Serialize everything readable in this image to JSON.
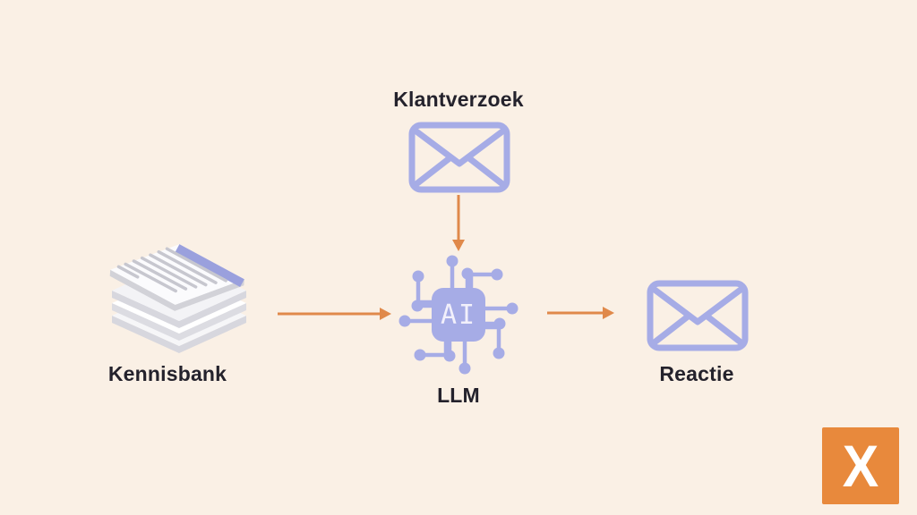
{
  "diagram": {
    "description": "AI customer-service flow diagram",
    "nodes": {
      "klantverzoek": {
        "label": "Klantverzoek",
        "icon": "envelope-icon"
      },
      "kennisbank": {
        "label": "Kennisbank",
        "icon": "document-stack-icon"
      },
      "llm": {
        "label": "LLM",
        "chip_text": "AI",
        "icon": "ai-chip-icon"
      },
      "reactie": {
        "label": "Reactie",
        "icon": "envelope-icon"
      }
    },
    "edges": [
      {
        "from": "klantverzoek",
        "to": "llm",
        "direction": "down"
      },
      {
        "from": "kennisbank",
        "to": "llm",
        "direction": "right"
      },
      {
        "from": "llm",
        "to": "reactie",
        "direction": "right"
      }
    ],
    "colors": {
      "background": "#faf0e5",
      "icon_purple": "#a6ace6",
      "band_purple": "#9aa0dd",
      "arrow_orange": "#e0894a",
      "text": "#24222c",
      "logo_orange": "#e8893c",
      "logo_letter": "#ffffff",
      "chip_letter": "#f2f0fb",
      "paper_white": "#fbfbfd",
      "paper_edge": "#d7d7de",
      "paper_line": "#c7c7cf"
    },
    "logo": {
      "letter": "X"
    }
  }
}
